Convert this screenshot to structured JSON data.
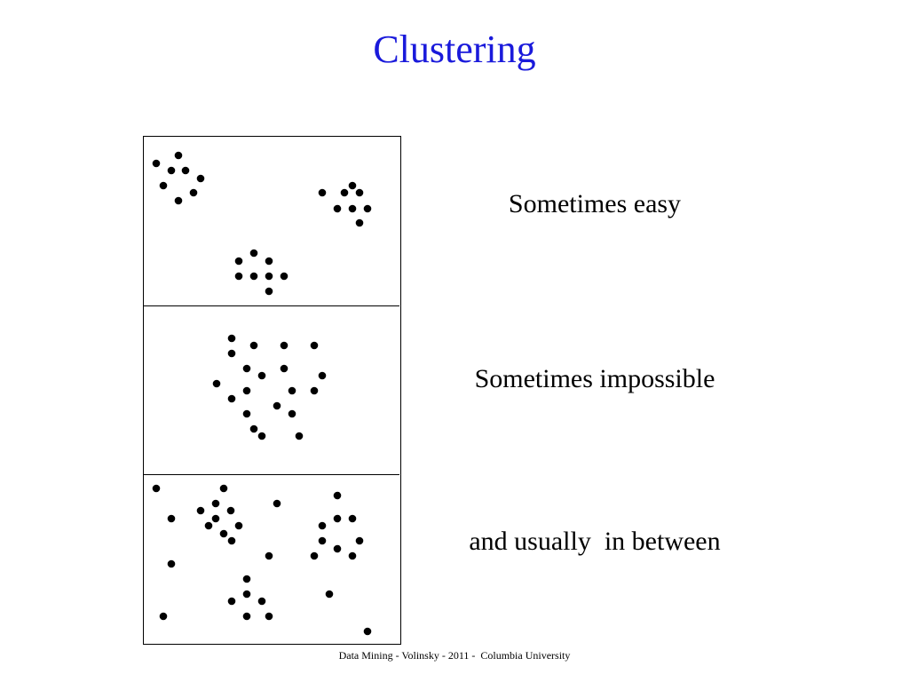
{
  "title": "Clustering",
  "footer": "Data Mining - Volinsky - 2011 -  Columbia University",
  "colors": {
    "title": "#1a1adb",
    "points": "#000000"
  },
  "chart_data": [
    {
      "type": "scatter",
      "caption": "Sometimes easy",
      "xlim": [
        0,
        288
      ],
      "ylim": [
        0,
        190
      ],
      "points": [
        [
          14,
          30
        ],
        [
          39,
          21
        ],
        [
          31,
          38
        ],
        [
          47,
          38
        ],
        [
          64,
          47
        ],
        [
          22,
          55
        ],
        [
          56,
          63
        ],
        [
          39,
          72
        ],
        [
          201,
          63
        ],
        [
          226,
          63
        ],
        [
          235,
          55
        ],
        [
          243,
          63
        ],
        [
          218,
          81
        ],
        [
          235,
          81
        ],
        [
          252,
          81
        ],
        [
          243,
          97
        ],
        [
          124,
          131
        ],
        [
          107,
          140
        ],
        [
          141,
          140
        ],
        [
          107,
          157
        ],
        [
          124,
          157
        ],
        [
          141,
          157
        ],
        [
          158,
          157
        ],
        [
          141,
          174
        ]
      ]
    },
    {
      "type": "scatter",
      "caption": "Sometimes impossible",
      "xlim": [
        0,
        288
      ],
      "ylim": [
        0,
        190
      ],
      "points": [
        [
          99,
          36
        ],
        [
          124,
          44
        ],
        [
          158,
          44
        ],
        [
          192,
          44
        ],
        [
          99,
          53
        ],
        [
          116,
          70
        ],
        [
          158,
          70
        ],
        [
          133,
          78
        ],
        [
          201,
          78
        ],
        [
          82,
          87
        ],
        [
          116,
          95
        ],
        [
          167,
          95
        ],
        [
          192,
          95
        ],
        [
          99,
          104
        ],
        [
          150,
          112
        ],
        [
          116,
          121
        ],
        [
          167,
          121
        ],
        [
          124,
          138
        ],
        [
          133,
          146
        ],
        [
          175,
          146
        ]
      ]
    },
    {
      "type": "scatter",
      "caption": "and usually  in between",
      "xlim": [
        0,
        288
      ],
      "ylim": [
        0,
        190
      ],
      "points": [
        [
          14,
          15
        ],
        [
          90,
          15
        ],
        [
          81,
          32
        ],
        [
          150,
          32
        ],
        [
          218,
          23
        ],
        [
          64,
          40
        ],
        [
          98,
          40
        ],
        [
          31,
          49
        ],
        [
          81,
          49
        ],
        [
          73,
          57
        ],
        [
          107,
          57
        ],
        [
          90,
          66
        ],
        [
          99,
          74
        ],
        [
          218,
          49
        ],
        [
          235,
          49
        ],
        [
          201,
          57
        ],
        [
          201,
          74
        ],
        [
          243,
          74
        ],
        [
          218,
          83
        ],
        [
          141,
          91
        ],
        [
          192,
          91
        ],
        [
          235,
          91
        ],
        [
          31,
          100
        ],
        [
          116,
          117
        ],
        [
          116,
          134
        ],
        [
          99,
          142
        ],
        [
          133,
          142
        ],
        [
          209,
          134
        ],
        [
          22,
          159
        ],
        [
          116,
          159
        ],
        [
          141,
          159
        ],
        [
          252,
          176
        ]
      ]
    }
  ]
}
